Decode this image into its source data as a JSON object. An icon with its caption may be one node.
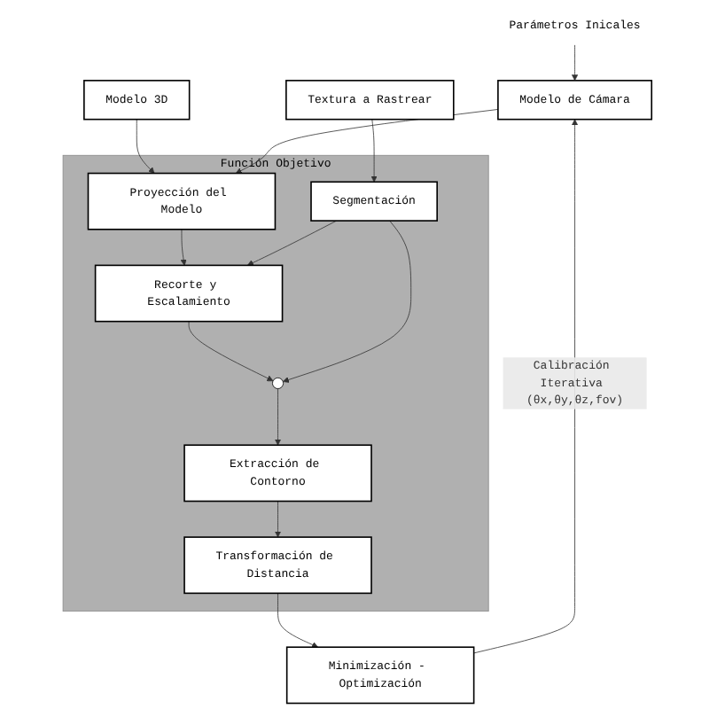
{
  "diagram": {
    "nodes": [
      {
        "text": [
          "Parámetros Inicales"
        ]
      },
      {
        "text": [
          "Modelo 3D"
        ]
      },
      {
        "text": [
          "Textura a Rastrear"
        ]
      },
      {
        "text": [
          "Modelo de Cámara"
        ]
      },
      {
        "text": [
          "Función Objetivo"
        ]
      },
      {
        "text": [
          "Proyección del Modelo"
        ],
        "in": 4
      },
      {
        "text": [
          "Segmentación"
        ],
        "in": 4
      },
      {
        "text": [
          "Recorte y Escalamiento"
        ],
        "in": 4
      },
      {
        "text": [],
        "shape": "circle",
        "in": 4
      },
      {
        "text": [
          "Extracción de Contorno"
        ],
        "in": 4
      },
      {
        "text": [
          "Transformación de Distancia"
        ],
        "in": 4
      },
      {
        "text": [
          "Minimización - Optimización"
        ]
      }
    ],
    "edges": [
      {
        "from": 0,
        "to": 3,
        "arrow": "to"
      },
      {
        "from": 1,
        "to": 5,
        "arrow": "to"
      },
      {
        "from": 2,
        "to": 6,
        "arrow": "to"
      },
      {
        "from": 3,
        "to": 5,
        "arrow": "to"
      },
      {
        "from": 5,
        "to": 7,
        "arrow": "to"
      },
      {
        "from": 6,
        "to": 7,
        "arrow": "to"
      },
      {
        "from": 7,
        "to": 8,
        "arrow": "to"
      },
      {
        "from": 6,
        "to": 8,
        "arrow": "to"
      },
      {
        "from": 8,
        "to": 9,
        "arrow": "to"
      },
      {
        "from": 9,
        "to": 10,
        "arrow": "to"
      },
      {
        "from": 10,
        "to": 11,
        "arrow": "to"
      },
      {
        "from": 11,
        "to": 3,
        "label": "Calibración Iterativa (θx,θy,θz,fov)",
        "arrow": "to"
      }
    ]
  }
}
